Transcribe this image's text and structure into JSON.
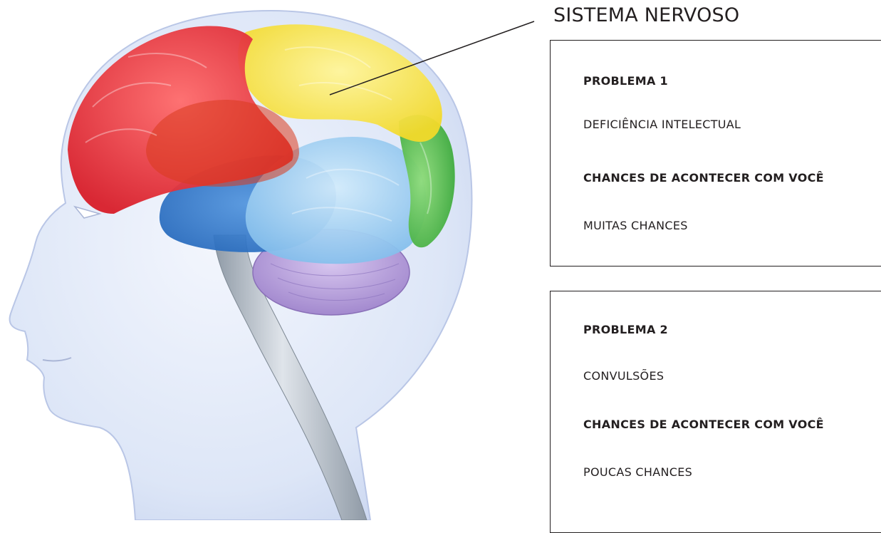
{
  "title": "SISTEMA NERVOSO",
  "problems": [
    {
      "heading": "PROBLEMA 1",
      "name": "DEFICIÊNCIA INTELECTUAL",
      "chance_label": "CHANCES DE ACONTECER COM VOCÊ",
      "chance_value": "MUITAS CHANCES"
    },
    {
      "heading": "PROBLEMA 2",
      "name": "CONVULSÕES",
      "chance_label": "CHANCES DE ACONTECER COM VOCÊ",
      "chance_value": "POUCAS CHANCES"
    }
  ],
  "colors": {
    "text": "#231f20",
    "frontal_lobe": "#e8222b",
    "parietal_lobe": "#f6e23a",
    "occipital_lobe": "#4bb948",
    "temporal_lobe": "#8fc7ee",
    "insula_limbic": "#1f6fc4",
    "cerebellum": "#b49ad8",
    "head": "#dce6f7"
  }
}
